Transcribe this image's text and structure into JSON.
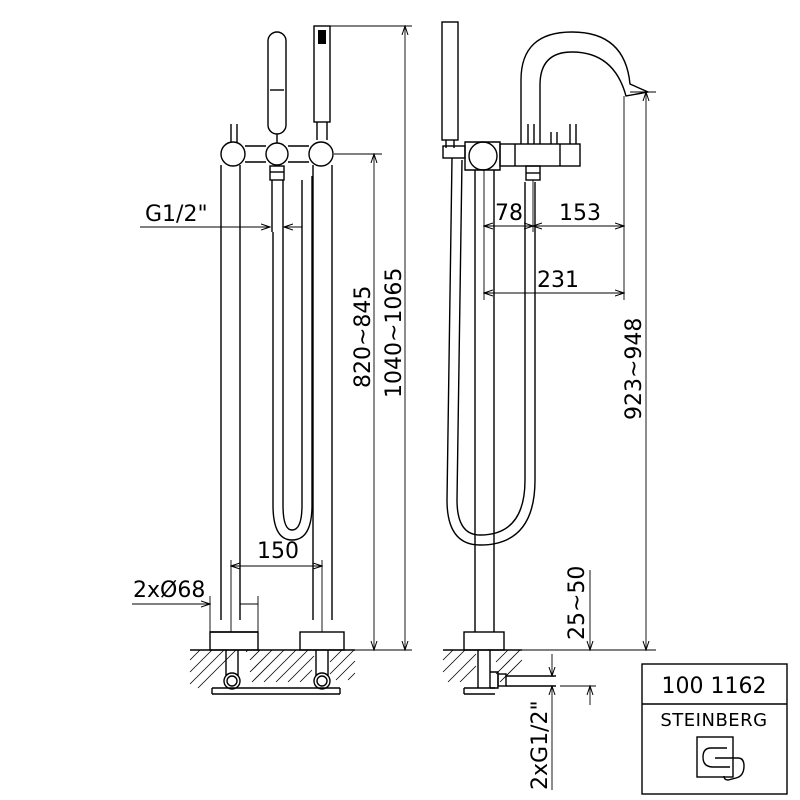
{
  "drawing": {
    "front_view": {
      "thread_label": "G1/2\"",
      "height_inlet_label": "820~845",
      "height_total_label": "1040~1065",
      "spacing_label": "150",
      "flange_label": "2xØ68"
    },
    "side_view": {
      "dim_78": "78",
      "dim_153": "153",
      "dim_231": "231",
      "spout_height_label": "923~948",
      "floor_adjust_label": "25~50",
      "connection_label": "2xG1/2\""
    }
  },
  "title_block": {
    "article_number": "100 1162",
    "brand": "STEINBERG",
    "logo_icon": "steinberg-logo-icon"
  }
}
